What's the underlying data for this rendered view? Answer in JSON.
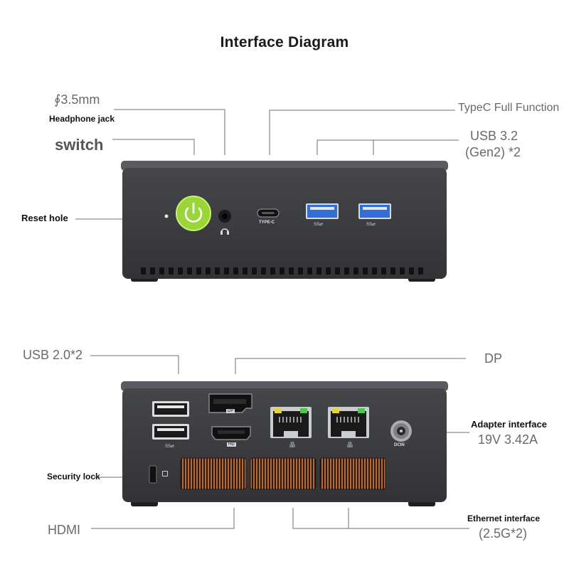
{
  "title": "Interface Diagram",
  "front": {
    "labels": {
      "headphone_size": "∮3.5mm",
      "headphone_name": "Headphone jack",
      "switch": "switch",
      "reset": "Reset hole",
      "typec_full": "TypeC Full Function",
      "usb32_line1": "USB 3.2",
      "usb32_line2": "(Gen2) *2"
    },
    "port_marks": {
      "typec": "TYPE-C",
      "usb_ss": "SS⇄"
    }
  },
  "back": {
    "labels": {
      "usb20": "USB 2.0*2",
      "dp": "DP",
      "adapter_name": "Adapter interface",
      "adapter_spec": "19V 3.42A",
      "security": "Security lock",
      "hdmi": "HDMI",
      "ethernet_name": "Ethernet interface",
      "ethernet_spec": "(2.5G*2)"
    },
    "port_marks": {
      "dp": "DP",
      "hdmi": "HD",
      "dcin": "DCIN",
      "usb_ss": "SS⇄",
      "lan": "品"
    }
  },
  "colors": {
    "chassis": "#3b3b3e",
    "chassis_top": "#55565a",
    "power_button": "#9ad63a",
    "usb_blue": "#2f6fd6",
    "vent_copper": "#b56a3a",
    "led_yellow": "#e8d13a",
    "led_green": "#4cc84a"
  }
}
